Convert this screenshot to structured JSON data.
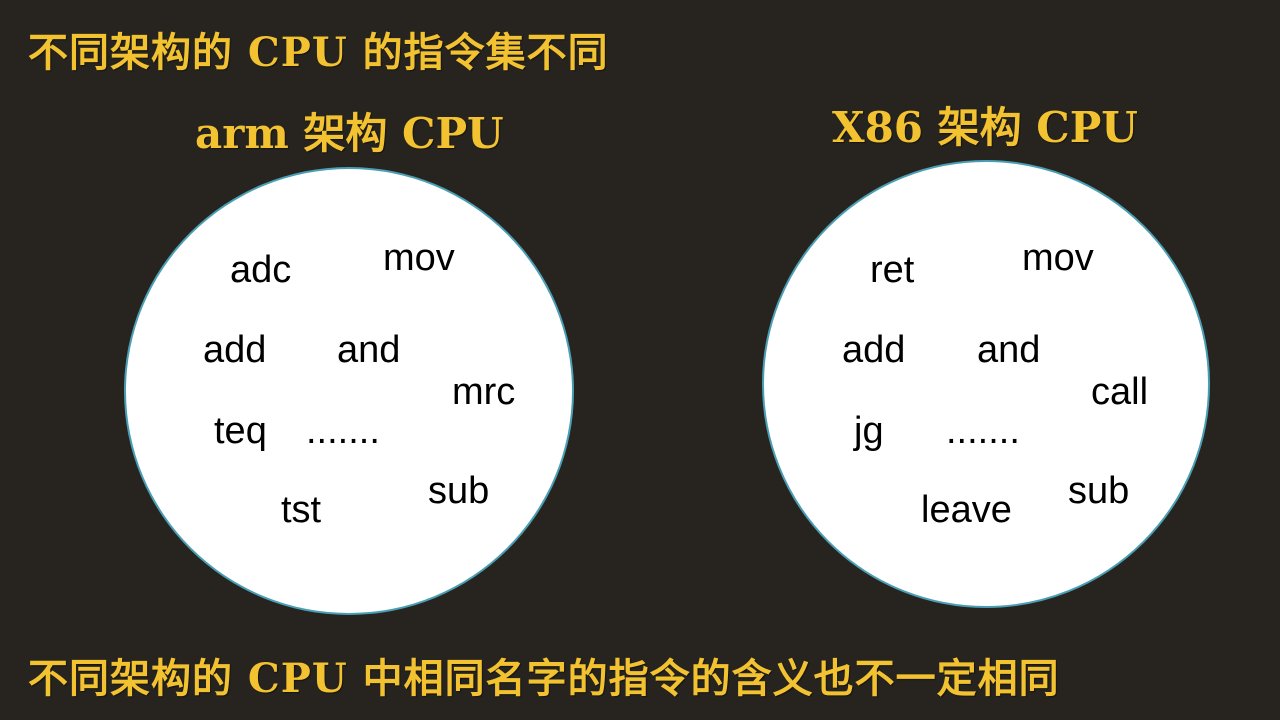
{
  "title_top": "不同架构的 CPU 的指令集不同",
  "title_bottom": "不同架构的 CPU 中相同名字的指令的含义也不一定相同",
  "arm": {
    "heading": "arm 架构 CPU",
    "instructions": [
      "adc",
      "mov",
      "add",
      "and",
      "mrc",
      "teq",
      ".......",
      "sub",
      "tst"
    ]
  },
  "x86": {
    "heading": "X86 架构 CPU",
    "instructions": [
      "ret",
      "mov",
      "add",
      "and",
      "call",
      "jg",
      ".......",
      "sub",
      "leave"
    ]
  },
  "colors": {
    "background": "#27241f",
    "title_text": "#f2c230",
    "circle_fill": "#ffffff",
    "circle_border": "#4a9fb4"
  }
}
